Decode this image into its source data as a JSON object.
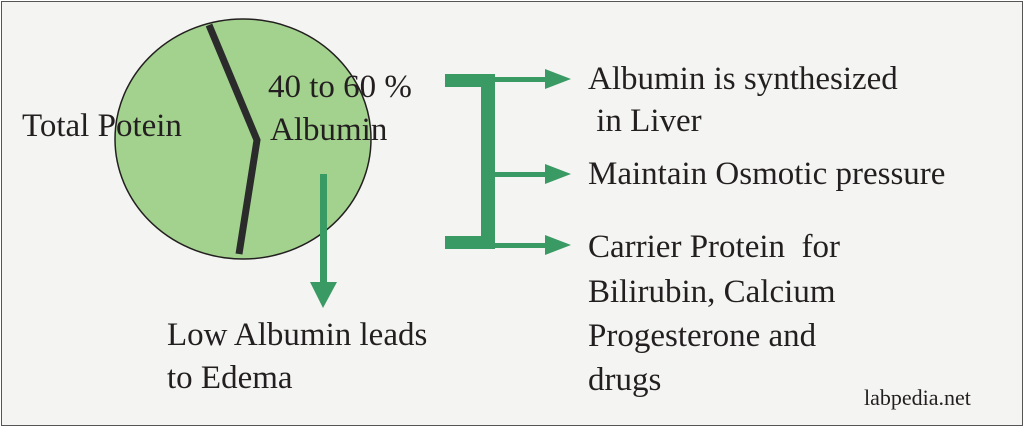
{
  "pie": {
    "left_label": "Total Potein",
    "right_label_line1": "40 to 60 %",
    "right_label_line2": "Albumin"
  },
  "bottom_note": {
    "line1": "Low Albumin leads",
    "line2": "to Edema"
  },
  "functions": [
    {
      "line1": "Albumin is synthesized",
      "line2": " in Liver"
    },
    {
      "line1": "Maintain Osmotic pressure"
    },
    {
      "line1": "Carrier Protein  for",
      "line2": "Bilirubin, Calcium",
      "line3": "Progesterone and",
      "line4": "drugs"
    }
  ],
  "watermark": "labpedia.net",
  "colors": {
    "pie_fill": "#a3d28e",
    "arrow_green": "#3a9a64",
    "divider": "#2b2b2b",
    "text": "#231f20"
  }
}
